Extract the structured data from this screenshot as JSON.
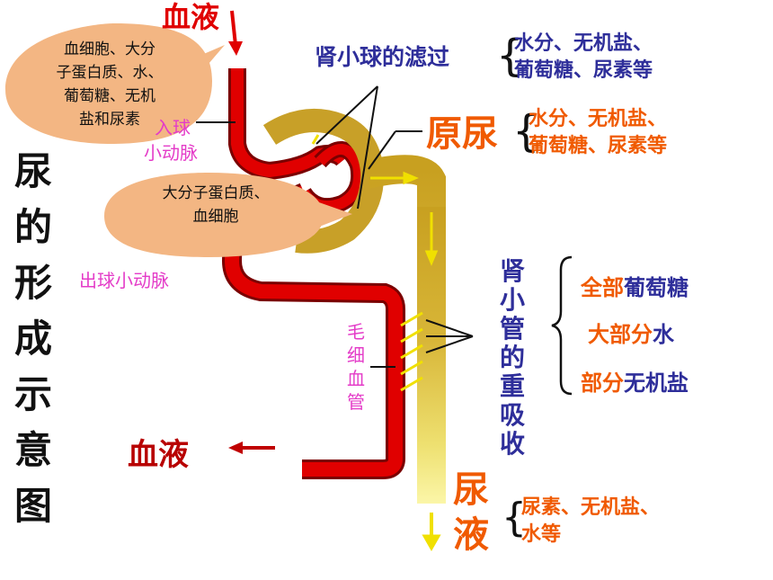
{
  "title_vertical": [
    "尿",
    "的",
    "形",
    "成",
    "示",
    "意",
    "图"
  ],
  "blood_in_label": "血液",
  "blood_out_label": "血液",
  "callout_top": [
    "血细胞、大分",
    "子蛋白质、水、",
    "葡萄糖、无机",
    "盐和尿素"
  ],
  "callout_mid": [
    "大分子蛋白质、",
    "血细胞"
  ],
  "afferent_label": [
    "入球",
    "小动脉"
  ],
  "efferent_label": "出球小动脉",
  "capillary_label": [
    "毛",
    "细",
    "血",
    "管"
  ],
  "filtration_label": "肾小球的滤过",
  "filtration_items": [
    "水分、无机盐、",
    "葡萄糖、尿素等"
  ],
  "primary_urine_label": "原尿",
  "primary_urine_items": [
    "水分、无机盐、",
    "葡萄糖、尿素等"
  ],
  "reabsorption_label": [
    "肾",
    "小",
    "管",
    "的",
    "重",
    "吸",
    "收"
  ],
  "reabsorption_items": [
    {
      "highlight": "全部",
      "text": "葡萄糖"
    },
    {
      "highlight": "大部分",
      "text": "水"
    },
    {
      "highlight": "部分",
      "text": "无机盐"
    }
  ],
  "urine_label": [
    "尿",
    "液"
  ],
  "urine_items": [
    "尿素、无机盐、",
    "水等"
  ],
  "colors": {
    "navy": "#2e2e9a",
    "orange": "#f05a00",
    "magenta": "#e43cc8",
    "red": "#e00000",
    "dark_red": "#b80000",
    "tubule": "#c8a028",
    "bubble": "#f3b683",
    "arrow_yellow": "#f0e000"
  }
}
